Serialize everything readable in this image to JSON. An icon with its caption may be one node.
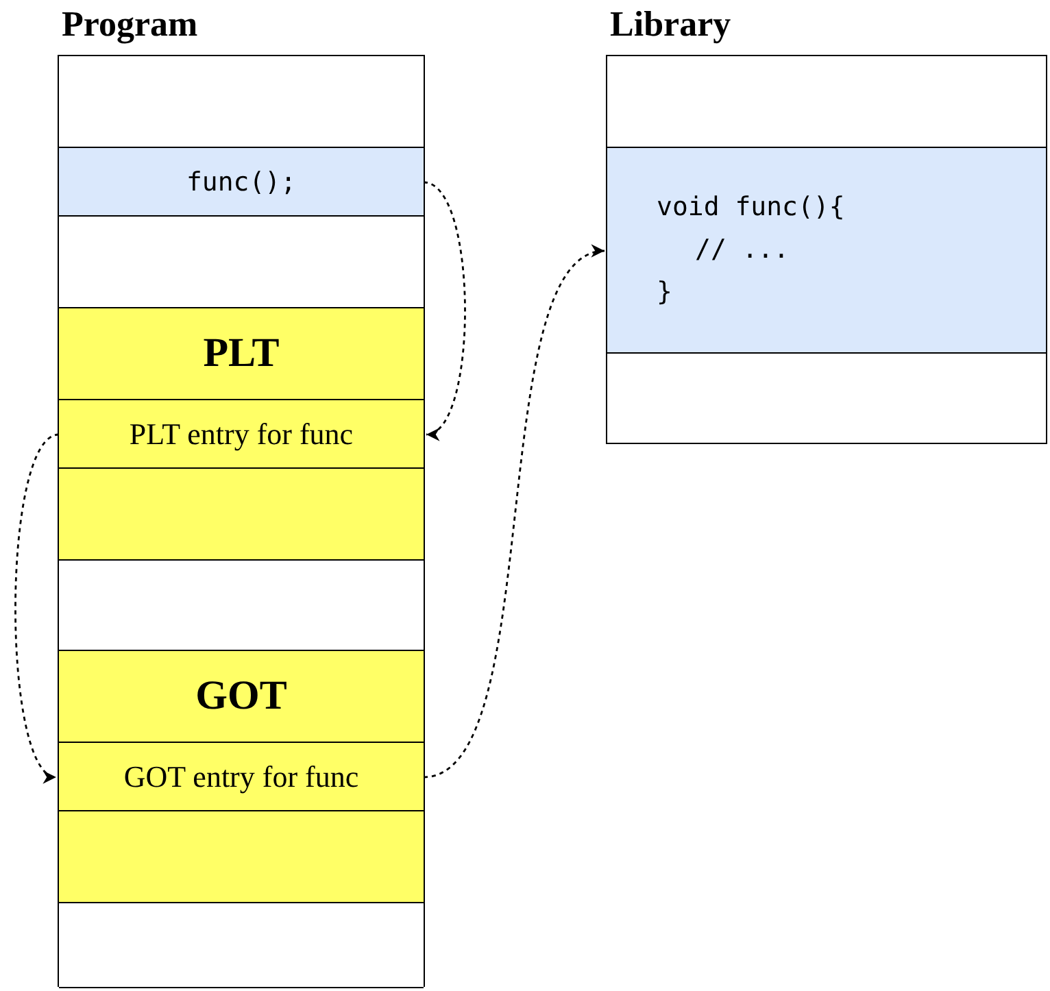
{
  "diagram": {
    "nodes": [
      {
        "text": [
          "Program"
        ]
      },
      {
        "text": [],
        "shape": "box",
        "in": 0
      },
      {
        "text": [
          "func();"
        ],
        "in": 0
      },
      {
        "text": [],
        "shape": "box",
        "in": 0
      },
      {
        "text": [
          "PLT"
        ],
        "in": 0
      },
      {
        "text": [
          "PLT entry for func"
        ],
        "in": 0
      },
      {
        "text": [],
        "shape": "box",
        "in": 0
      },
      {
        "text": [],
        "shape": "box",
        "in": 0
      },
      {
        "text": [
          "GOT"
        ],
        "in": 0
      },
      {
        "text": [
          "GOT entry for func"
        ],
        "in": 0
      },
      {
        "text": [],
        "shape": "box",
        "in": 0
      },
      {
        "text": [],
        "shape": "box",
        "in": 0
      },
      {
        "text": [
          "Library"
        ]
      },
      {
        "text": [],
        "shape": "box",
        "in": 12
      },
      {
        "text": [
          "void func(){",
          "// ...",
          "}"
        ],
        "in": 12
      },
      {
        "text": [],
        "shape": "box",
        "in": 12
      }
    ],
    "edges": [
      {
        "from": 2,
        "to": 5,
        "arrow": "to",
        "style": "dashed"
      },
      {
        "from": 5,
        "to": 9,
        "arrow": "to",
        "style": "dashed"
      },
      {
        "from": 9,
        "to": 14,
        "arrow": "to",
        "style": "dashed"
      }
    ]
  }
}
